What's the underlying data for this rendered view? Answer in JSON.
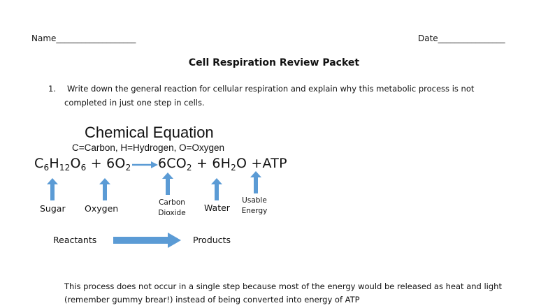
{
  "header": {
    "name_label": "Name___________________",
    "date_label": "Date________________"
  },
  "title": "Cell Respiration Review Packet",
  "question": {
    "number": "1.",
    "line1": "Write down the general reaction for cellular respiration and explain why this metabolic process is not",
    "line2": "completed in just one step in cells."
  },
  "diagram": {
    "title": "Chemical Equation",
    "subtitle": "C=Carbon, H=Hydrogen, O=Oxygen",
    "formula": {
      "glucose": {
        "c": "C",
        "c_sub": "6",
        "h": "H",
        "h_sub": "12",
        "o": "O",
        "o_sub": "6"
      },
      "plus1": "+",
      "oxygen": {
        "coef": "6O",
        "sub": "2"
      },
      "co2": {
        "coef": "6CO",
        "sub": "2"
      },
      "plus2": "+",
      "water": {
        "coef": "6H",
        "sub": "2",
        "tail": "O"
      },
      "atp": "+ATP"
    },
    "labels": {
      "sugar": "Sugar",
      "oxygen": "Oxygen",
      "carbon_dioxide_1": "Carbon",
      "carbon_dioxide_2": "Dioxide",
      "water": "Water",
      "usable_energy_1": "Usable",
      "usable_energy_2": "Energy"
    },
    "reactants": "Reactants",
    "products": "Products",
    "arrow_color": "#5b9bd5"
  },
  "answer": {
    "line1": "This process does not occur in  a single step because most of the energy would be released as heat and light",
    "line2": "(remember gummy brear!) instead of being converted into energy of ATP"
  }
}
